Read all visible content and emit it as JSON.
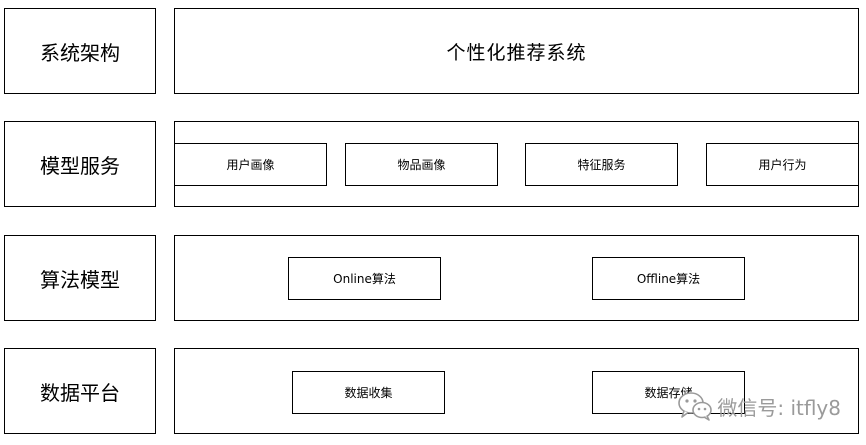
{
  "layers": [
    {
      "label": "系统架构",
      "title": "个性化推荐系统"
    },
    {
      "label": "模型服务",
      "modules": [
        "用户画像",
        "物品画像",
        "特征服务",
        "用户行为"
      ]
    },
    {
      "label": "算法模型",
      "modules": [
        "Online算法",
        "Offline算法"
      ]
    },
    {
      "label": "数据平台",
      "modules": [
        "数据收集",
        "数据存储"
      ]
    }
  ],
  "watermark": {
    "text": "微信号: itfly8",
    "icon": "wechat-icon"
  },
  "colors": {
    "border": "#000000",
    "background": "#ffffff",
    "watermark": "#9a9a9a"
  }
}
